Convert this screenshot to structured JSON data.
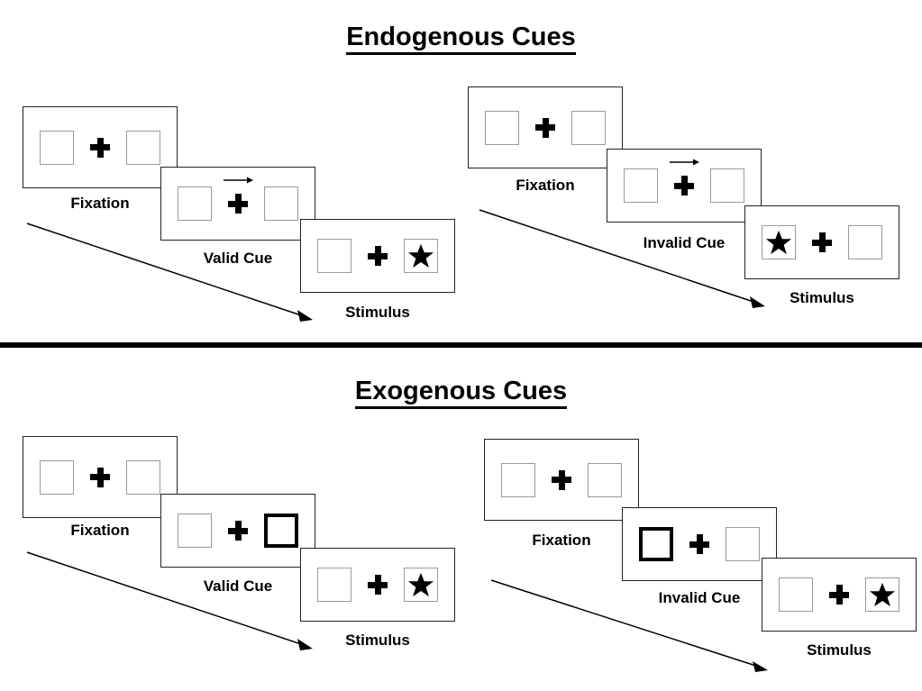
{
  "figure": {
    "background_color": "#ffffff",
    "outline_color": "#222222",
    "box_color": "#9a9a9a",
    "cue_color": "#000000"
  },
  "sections": [
    {
      "title": "Endogenous Cues",
      "cue_type": "arrow",
      "conditions": [
        {
          "name": "valid",
          "steps": [
            {
              "caption": "Fixation",
              "left_square": "empty",
              "right_square": "empty",
              "arrow": false
            },
            {
              "caption": "Valid Cue",
              "left_square": "empty",
              "right_square": "empty",
              "arrow": true
            },
            {
              "caption": "Stimulus",
              "left_square": "empty",
              "right_square": "star",
              "arrow": false
            }
          ]
        },
        {
          "name": "invalid",
          "steps": [
            {
              "caption": "Fixation",
              "left_square": "empty",
              "right_square": "empty",
              "arrow": false
            },
            {
              "caption": "Invalid Cue",
              "left_square": "empty",
              "right_square": "empty",
              "arrow": true
            },
            {
              "caption": "Stimulus",
              "left_square": "star",
              "right_square": "empty",
              "arrow": false
            }
          ]
        }
      ]
    },
    {
      "title": "Exogenous Cues",
      "cue_type": "box-highlight",
      "conditions": [
        {
          "name": "valid",
          "steps": [
            {
              "caption": "Fixation",
              "left_square": "empty",
              "right_square": "empty",
              "arrow": false
            },
            {
              "caption": "Valid Cue",
              "left_square": "empty",
              "right_square": "cued",
              "arrow": false
            },
            {
              "caption": "Stimulus",
              "left_square": "empty",
              "right_square": "star",
              "arrow": false
            }
          ]
        },
        {
          "name": "invalid",
          "steps": [
            {
              "caption": "Fixation",
              "left_square": "empty",
              "right_square": "empty",
              "arrow": false
            },
            {
              "caption": "Invalid Cue",
              "left_square": "cued",
              "right_square": "empty",
              "arrow": false
            },
            {
              "caption": "Stimulus",
              "left_square": "empty",
              "right_square": "star",
              "arrow": false
            }
          ]
        }
      ]
    }
  ],
  "icons": {
    "star": "star-icon",
    "plus": "fixation-cross-icon",
    "cue_arrow": "right-arrow-icon",
    "time_arrow": "time-progression-arrow-icon"
  },
  "titles": {
    "endogenous": "Endogenous Cues",
    "exogenous": "Exogenous Cues"
  },
  "captions": {
    "fixation": "Fixation",
    "valid_cue": "Valid Cue",
    "invalid_cue": "Invalid Cue",
    "stimulus": "Stimulus"
  }
}
